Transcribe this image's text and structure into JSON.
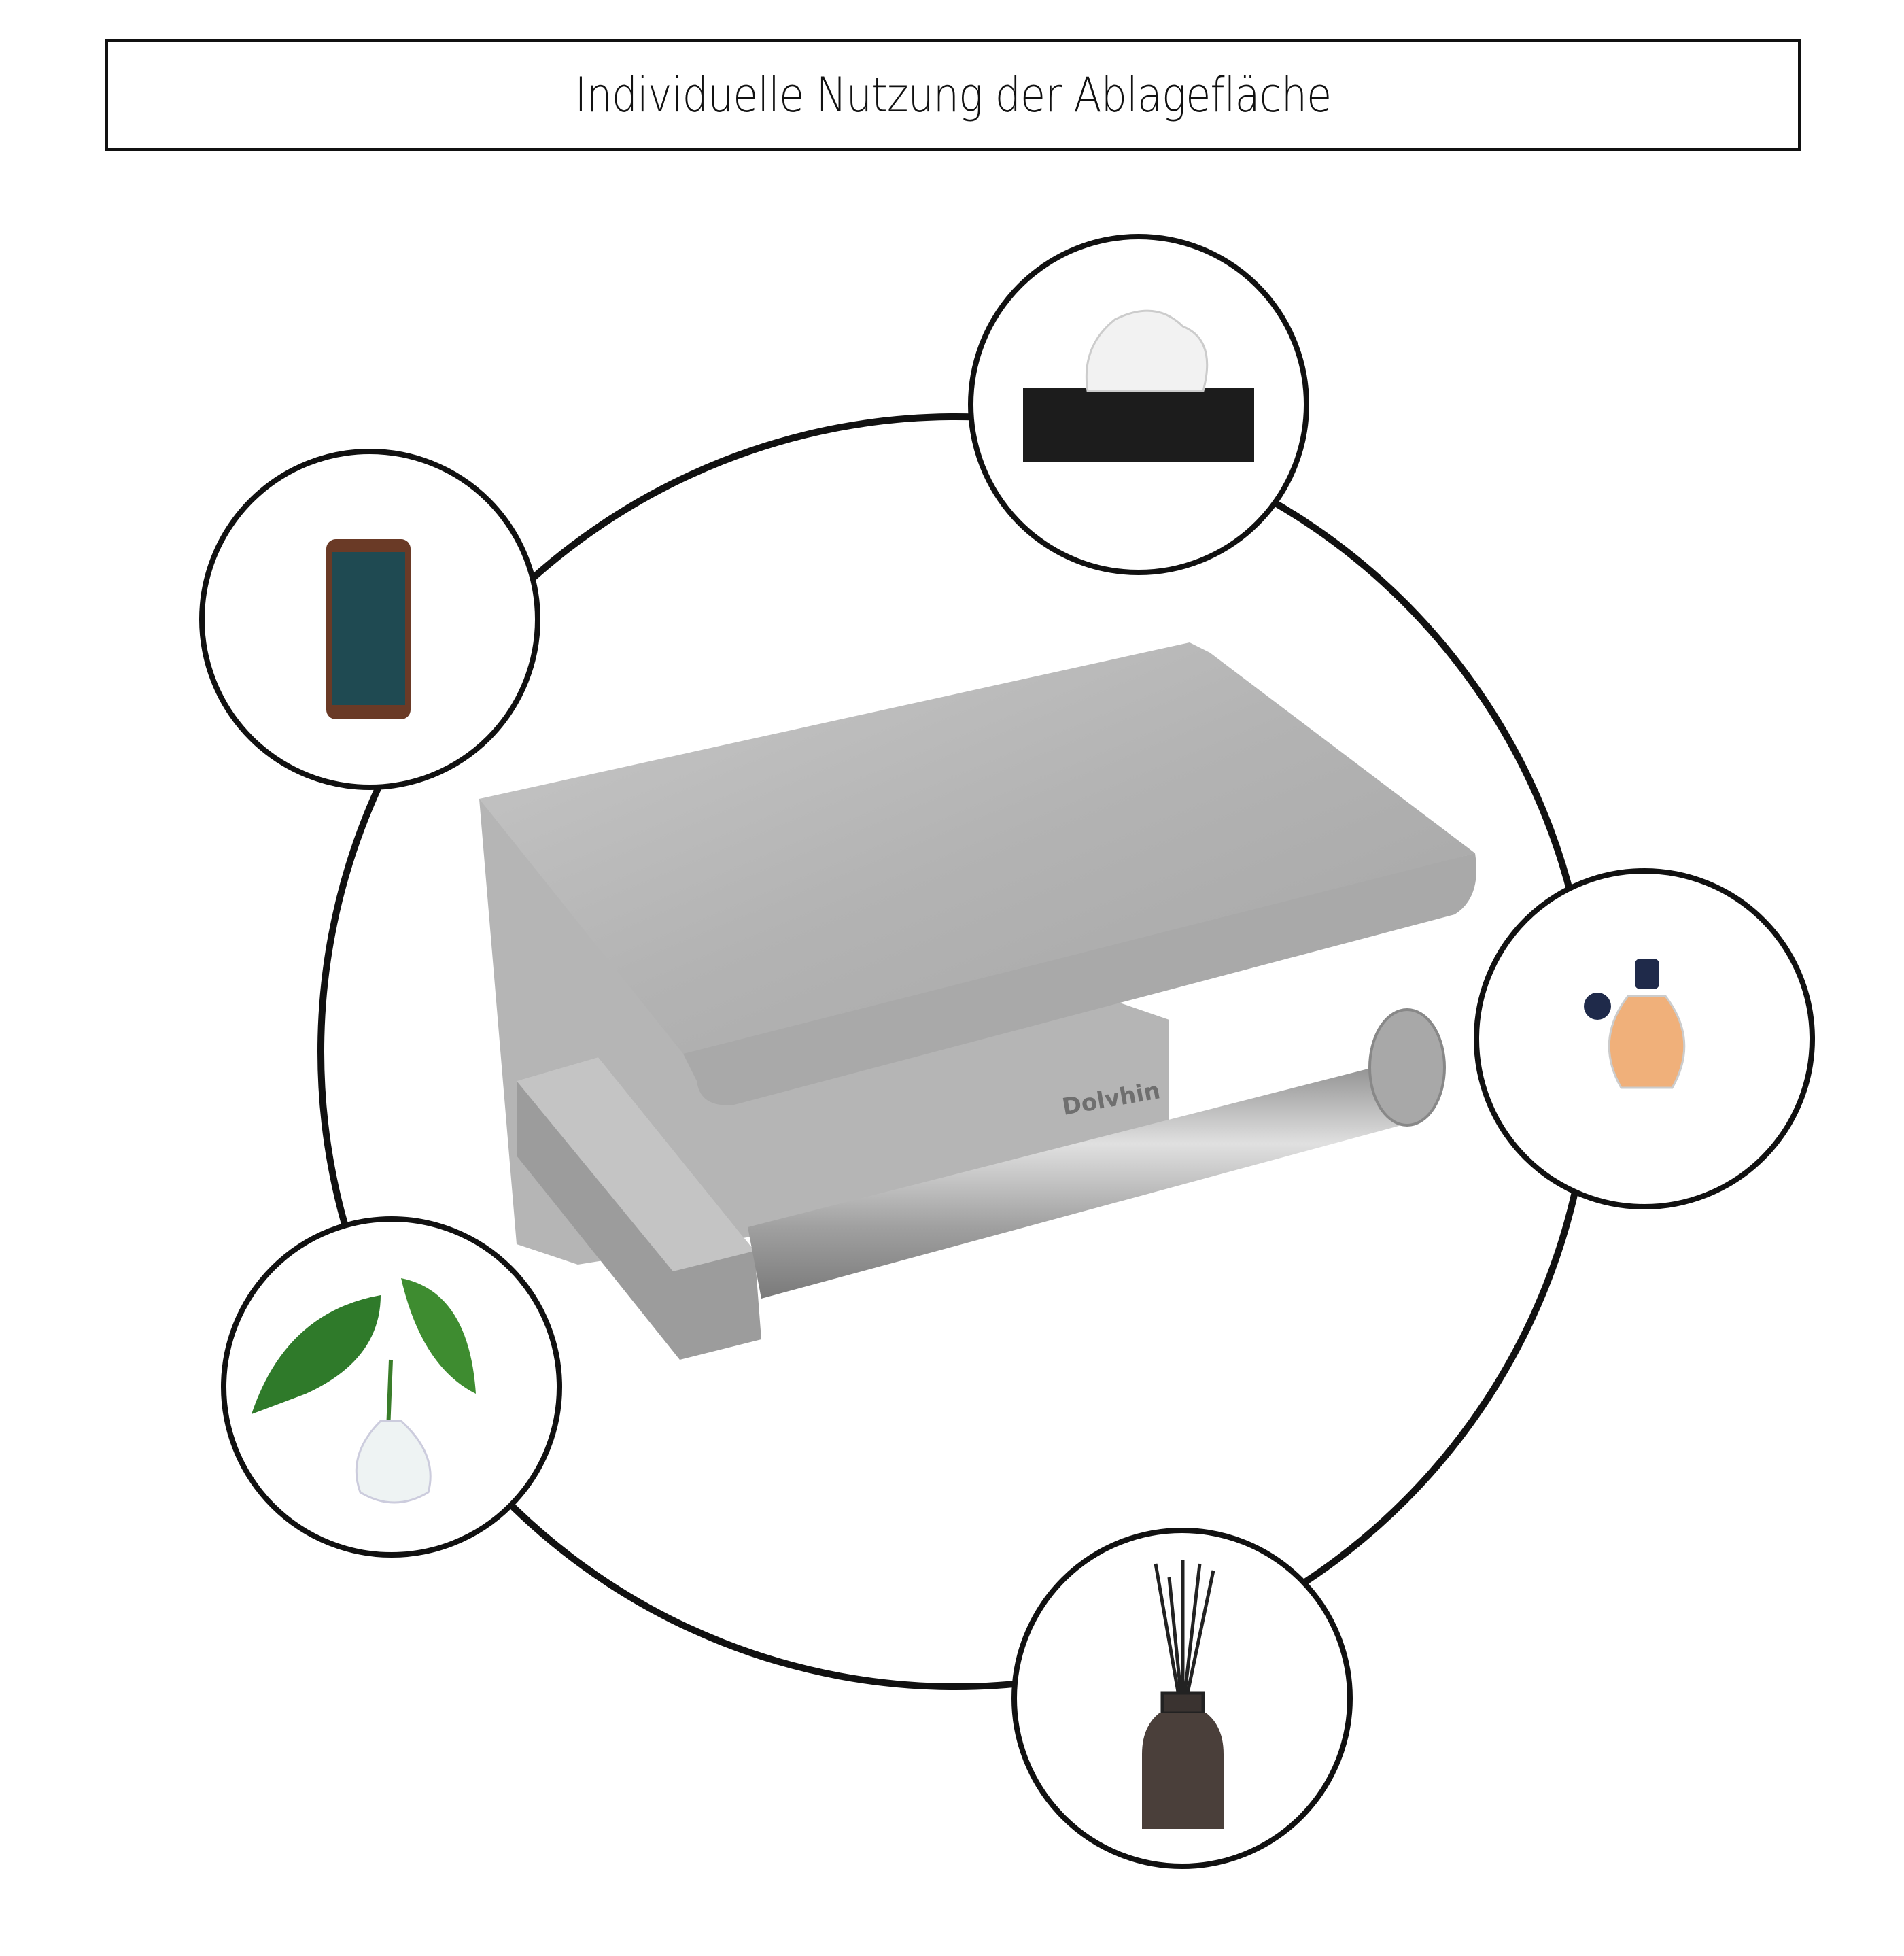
{
  "header": {
    "title": "Individuelle Nutzung der Ablagefläche"
  },
  "product": {
    "brand": "Dolvhin",
    "name": "toilet-paper-holder-with-shelf",
    "color": "#b8b8b8"
  },
  "usage_items": [
    {
      "name": "tissue-box",
      "icon": "tissue-box-icon"
    },
    {
      "name": "smartphone",
      "icon": "smartphone-icon"
    },
    {
      "name": "perfume",
      "icon": "perfume-bottle-icon"
    },
    {
      "name": "plant-vase",
      "icon": "plant-vase-icon"
    },
    {
      "name": "reed-diffuser",
      "icon": "reed-diffuser-icon"
    }
  ],
  "colors": {
    "stroke": "#111111",
    "steel": "#b8b8b8"
  }
}
